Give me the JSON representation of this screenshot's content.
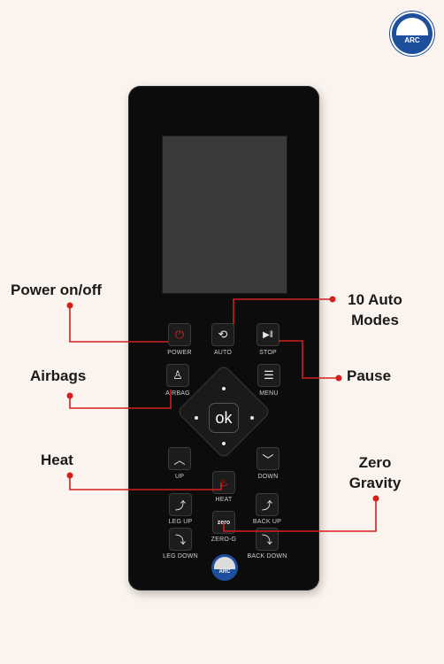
{
  "brand": {
    "logo_text": "ARC"
  },
  "buttons": {
    "power": "POWER",
    "auto": "AUTO",
    "stop": "STOP",
    "airbag": "AIRBAG",
    "menu": "MENU",
    "ok": "ok",
    "up": "UP",
    "down": "DOWN",
    "heat": "HEAT",
    "leg_up": "LEG UP",
    "back_up": "BACK UP",
    "zero_g": "ZERO-G",
    "leg_down": "LEG DOWN",
    "back_down": "BACK DOWN",
    "zero_icon_text": "zero"
  },
  "callouts": {
    "power": "Power on/off",
    "auto_line1": "10 Auto",
    "auto_line2": "Modes",
    "airbags": "Airbags",
    "pause": "Pause",
    "heat": "Heat",
    "zero_line1": "Zero",
    "zero_line2": "Gravity"
  },
  "colors": {
    "accent": "#d31f1f",
    "background": "#fbf4ee",
    "remote": "#0c0c0c",
    "logo_blue": "#1d4f9c"
  },
  "icons": {
    "power": "power-icon",
    "auto": "cycle-icon",
    "stop": "play-pause-icon",
    "airbag": "person-icon",
    "menu": "list-icon",
    "up": "chevron-up-icon",
    "down": "chevron-down-icon",
    "heat": "heat-icon",
    "leg_up": "leg-up-icon",
    "back_up": "back-up-icon",
    "zero_g": "zero-gravity-icon",
    "leg_down": "leg-down-icon",
    "back_down": "back-down-icon"
  }
}
